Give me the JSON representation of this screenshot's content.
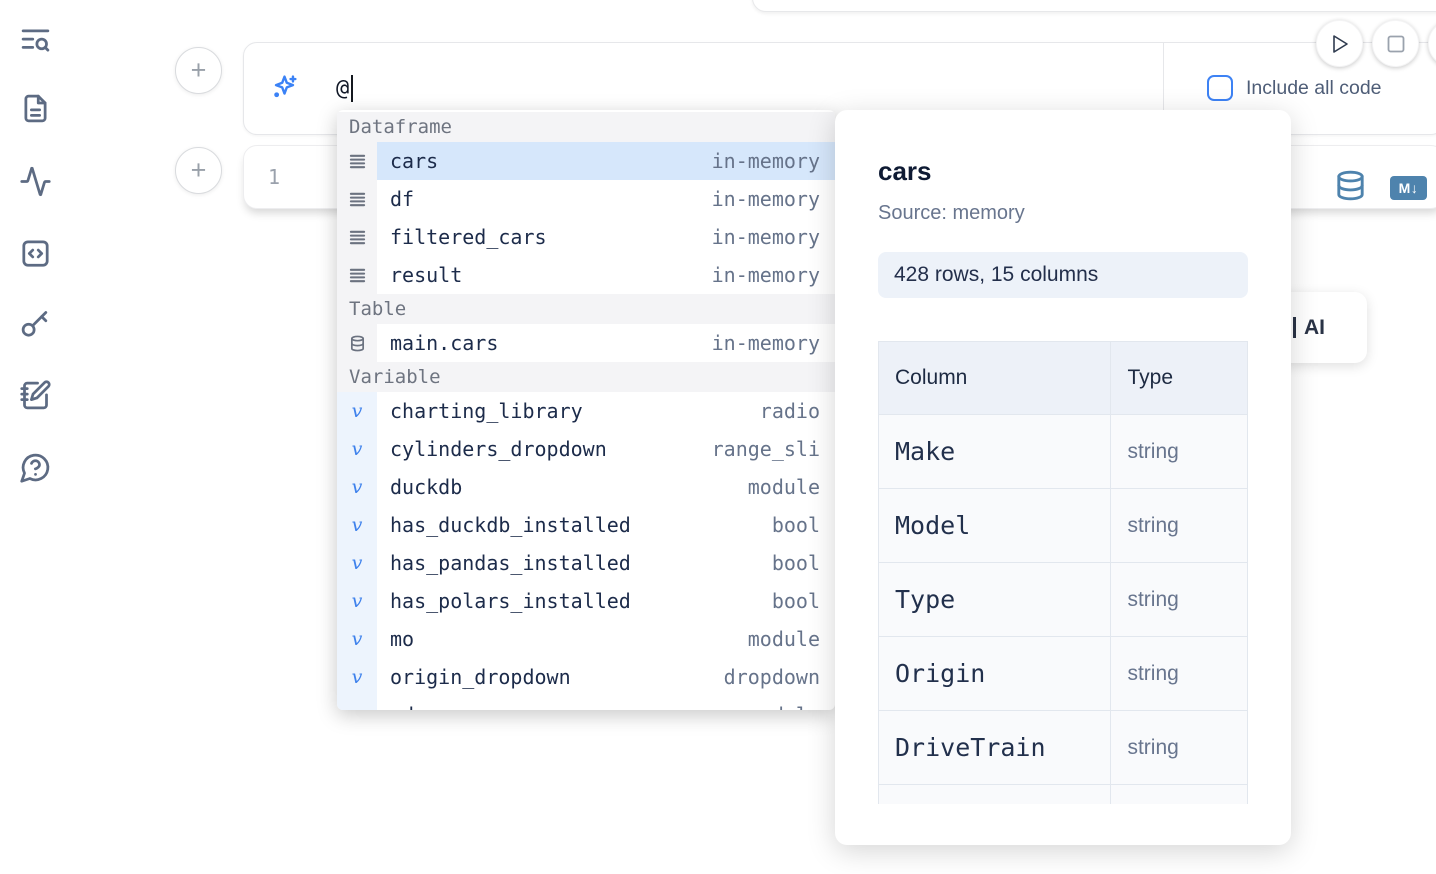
{
  "sidebar": {
    "icons": [
      "text-search-icon",
      "file-text-icon",
      "activity-icon",
      "square-code-icon",
      "key-icon",
      "notebook-pen-icon",
      "help-circle-icon"
    ]
  },
  "ai_prompt": {
    "value": "@",
    "include_all_code_label": "Include all code",
    "checkbox_checked": false,
    "sparkle_icon": "sparkles-icon"
  },
  "run_controls": {
    "play_icon": "play-icon",
    "stop_icon": "stop-icon"
  },
  "cell": {
    "line_number": "1",
    "database_icon": "database-icon",
    "markdown_badge_label": "M↓"
  },
  "autocomplete": {
    "sections": [
      {
        "label": "Dataframe",
        "kind": "dataframe",
        "items": [
          {
            "name": "cars",
            "detail": "in-memory",
            "selected": true
          },
          {
            "name": "df",
            "detail": "in-memory",
            "selected": false
          },
          {
            "name": "filtered_cars",
            "detail": "in-memory",
            "selected": false
          },
          {
            "name": "result",
            "detail": "in-memory",
            "selected": false
          }
        ]
      },
      {
        "label": "Table",
        "kind": "table",
        "items": [
          {
            "name": "main.cars",
            "detail": "in-memory",
            "selected": false
          }
        ]
      },
      {
        "label": "Variable",
        "kind": "variable",
        "items": [
          {
            "name": "charting_library",
            "detail": "radio",
            "selected": false
          },
          {
            "name": "cylinders_dropdown",
            "detail": "range_sli",
            "selected": false
          },
          {
            "name": "duckdb",
            "detail": "module",
            "selected": false
          },
          {
            "name": "has_duckdb_installed",
            "detail": "bool",
            "selected": false
          },
          {
            "name": "has_pandas_installed",
            "detail": "bool",
            "selected": false
          },
          {
            "name": "has_polars_installed",
            "detail": "bool",
            "selected": false
          },
          {
            "name": "mo",
            "detail": "module",
            "selected": false
          },
          {
            "name": "origin_dropdown",
            "detail": "dropdown",
            "selected": false
          },
          {
            "name": "pd",
            "detail": "module",
            "selected": false
          }
        ]
      }
    ]
  },
  "preview_panel": {
    "title": "cars",
    "source_label": "Source: memory",
    "shape_badge": "428 rows, 15 columns",
    "table": {
      "headers": [
        "Column",
        "Type"
      ],
      "rows": [
        [
          "Make",
          "string"
        ],
        [
          "Model",
          "string"
        ],
        [
          "Type",
          "string"
        ],
        [
          "Origin",
          "string"
        ],
        [
          "DriveTrain",
          "string"
        ],
        [
          "",
          ""
        ]
      ]
    }
  },
  "generate_button": {
    "label": "AI"
  },
  "colors": {
    "accent_blue": "#3b82f6",
    "steel_blue": "#4e83ad",
    "selected_row_bg": "#d6e7fb",
    "section_header_bg": "#f4f4f6",
    "variable_gutter_bg": "#edf4fd",
    "table_header_bg": "#edf1f8",
    "badge_bg": "#edf2f9",
    "icon_slate": "#5d6b83"
  }
}
